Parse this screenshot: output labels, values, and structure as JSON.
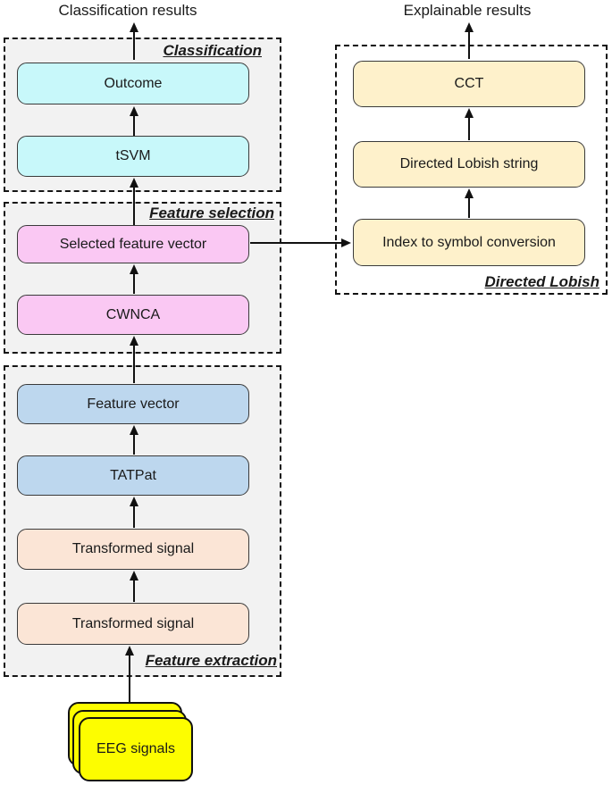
{
  "titles": {
    "classification_results": "Classification results",
    "explainable_results": "Explainable results"
  },
  "groups": {
    "classification": {
      "label": "Classification"
    },
    "feature_selection": {
      "label": "Feature selection"
    },
    "feature_extraction": {
      "label": "Feature extraction"
    },
    "directed_lobish": {
      "label": "Directed Lobish"
    }
  },
  "nodes": {
    "outcome": {
      "label": "Outcome",
      "color": "cyan"
    },
    "tsvm": {
      "label": "tSVM",
      "color": "cyan"
    },
    "selected_feature_vector": {
      "label": "Selected feature vector",
      "color": "pink"
    },
    "cwnca": {
      "label": "CWNCA",
      "color": "pink"
    },
    "feature_vector": {
      "label": "Feature vector",
      "color": "blue"
    },
    "tatpat": {
      "label": "TATPat",
      "color": "blue"
    },
    "transformed_signal_upper": {
      "label": "Transformed signal",
      "color": "peach"
    },
    "transformed_signal_lower": {
      "label": "Transformed signal",
      "color": "peach"
    },
    "cct": {
      "label": "CCT",
      "color": "cream"
    },
    "directed_lobish_string": {
      "label": "Directed Lobish string",
      "color": "cream"
    },
    "index_to_symbol_conversion": {
      "label": "Index to symbol conversion",
      "color": "cream"
    },
    "eeg_signals": {
      "label": "EEG signals",
      "color": "yellow"
    }
  },
  "colors": {
    "cyan": "#c8f8fa",
    "pink": "#fac8f3",
    "blue": "#bdd7ee",
    "peach": "#fbe5d6",
    "cream": "#fef1cb",
    "yellow": "#fdfd00",
    "group_background": "#f2f2f2",
    "white_background": "#ffffff"
  }
}
